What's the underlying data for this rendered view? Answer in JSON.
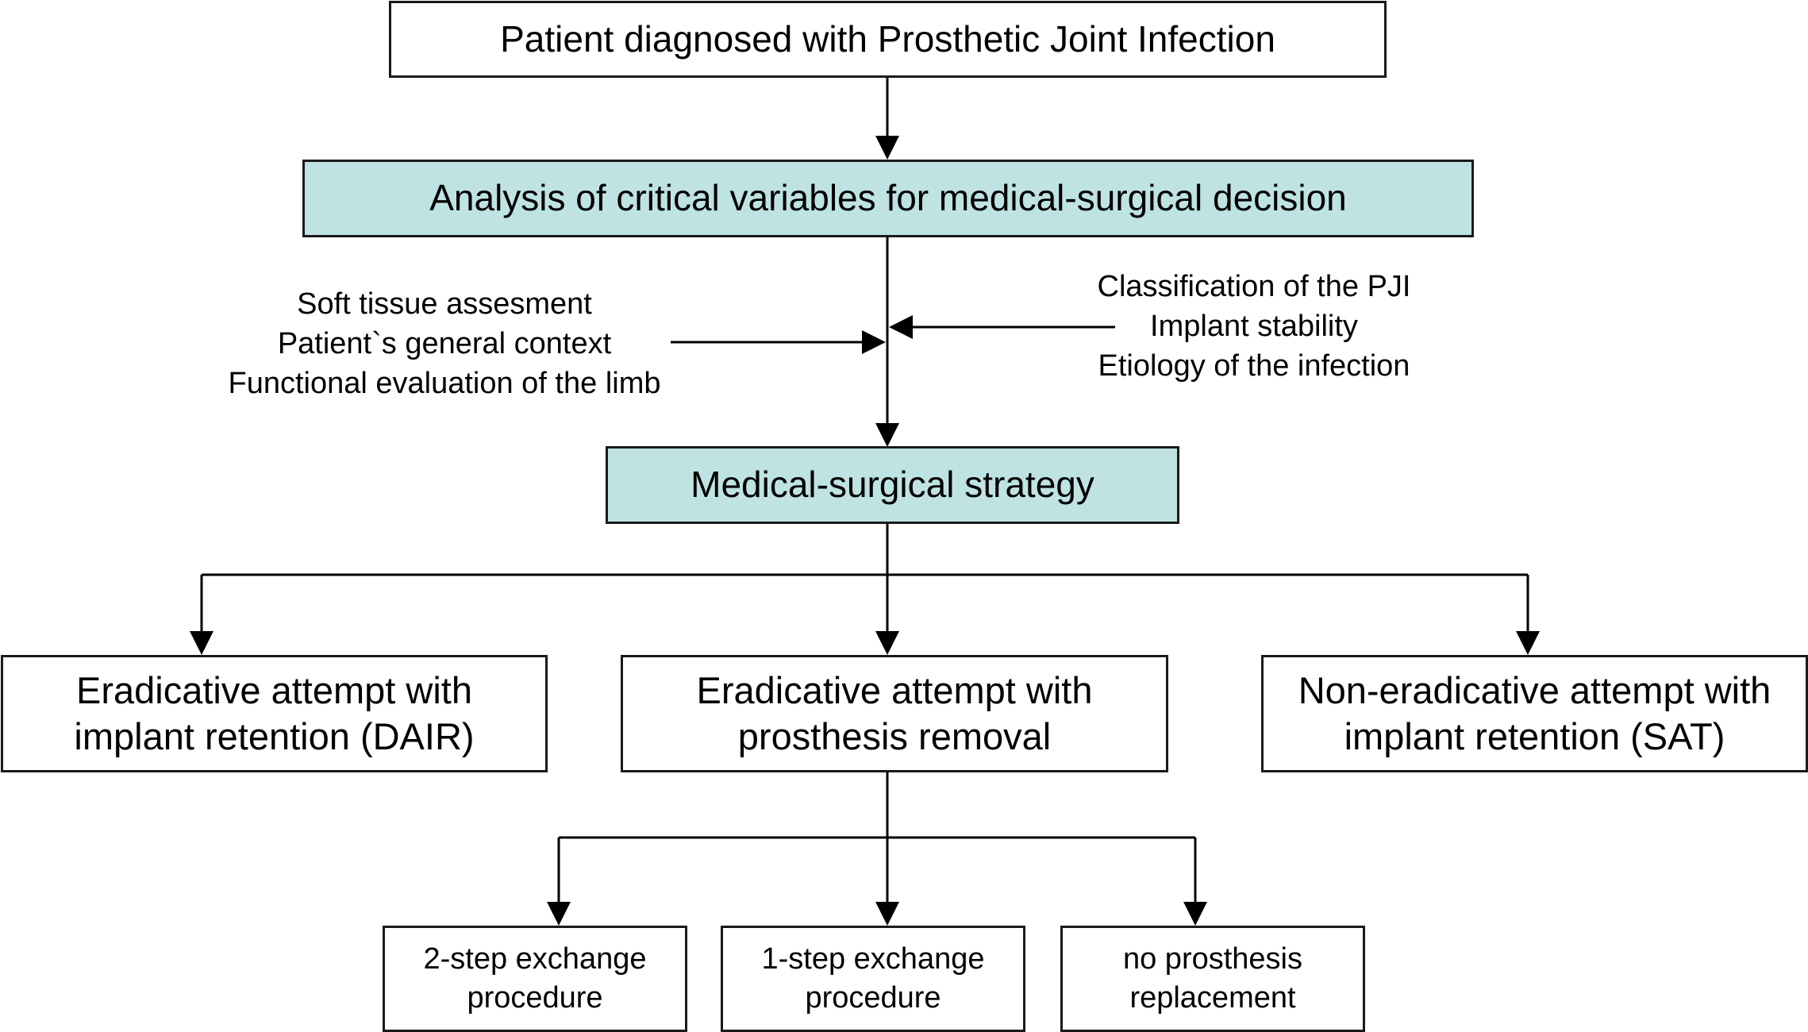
{
  "nodes": {
    "diagnosis": "Patient diagnosed with Prosthetic Joint Infection",
    "analysis": "Analysis of critical variables for medical-surgical decision",
    "strategy": "Medical-surgical strategy",
    "dair": [
      "Eradicative attempt with",
      "implant retention (DAIR)"
    ],
    "removal": [
      "Eradicative attempt with",
      "prosthesis removal"
    ],
    "sat": [
      "Non-eradicative attempt with",
      "implant retention (SAT)"
    ],
    "two_step": [
      "2-step exchange",
      "procedure"
    ],
    "one_step": [
      "1-step exchange",
      "procedure"
    ],
    "no_replacement": [
      "no prosthesis",
      "replacement"
    ]
  },
  "left_variables": [
    "Soft tissue assesment",
    "Patient`s general context",
    "Functional evaluation of the limb"
  ],
  "right_variables": [
    "Classification of the PJI",
    "Implant stability",
    "Etiology of the infection"
  ],
  "colors": {
    "shaded_fill": "#bfe3e3",
    "line": "#1a1a1a"
  }
}
